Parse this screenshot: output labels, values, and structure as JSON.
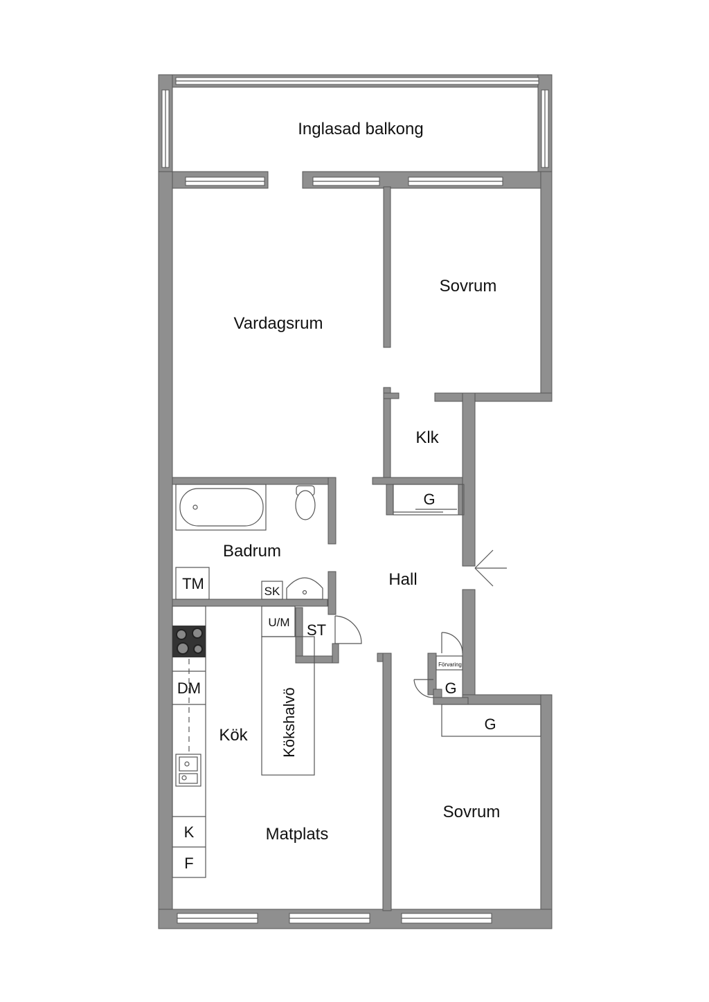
{
  "rooms": {
    "balcony": "Inglasad balkong",
    "living": "Vardagsrum",
    "bedroom_top": "Sovrum",
    "closet": "Klk",
    "bathroom": "Badrum",
    "hall": "Hall",
    "kitchen": "Kök",
    "dining": "Matplats",
    "bedroom_bottom": "Sovrum"
  },
  "fixtures": {
    "wardrobe_closet": "G",
    "tm": "TM",
    "sk": "SK",
    "um": "U/M",
    "st": "ST",
    "dm": "DM",
    "island": "Kökshalvö",
    "fridge": "K",
    "freezer": "F",
    "storage": "Förvaring",
    "wardrobe_hall": "G",
    "wardrobe_bedroom": "G"
  },
  "colors": {
    "wall": "#8f8f8f",
    "line": "#555555",
    "background": "#ffffff"
  }
}
